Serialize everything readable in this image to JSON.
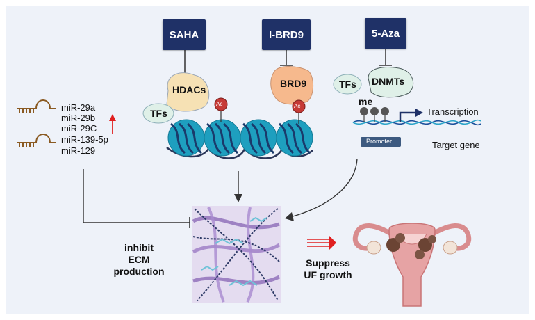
{
  "drugs": {
    "saha": "SAHA",
    "ibrd9": "I-BRD9",
    "aza": "5-Aza"
  },
  "proteins": {
    "hdacs": "HDACs",
    "brd9": "BRD9",
    "dnmts": "DNMTs",
    "tfs_left": "TFs",
    "tfs_right": "TFs",
    "ac": "Ac",
    "ac2": "Ac"
  },
  "mirnas": [
    "miR-29a",
    "miR-29b",
    "miR-29C",
    "miR-139-5p",
    "miR-129"
  ],
  "dna": {
    "me": "me",
    "transcription": "Transcription",
    "promoter": "Promoter",
    "target_gene": "Target gene"
  },
  "outcomes": {
    "inhibit_line1": "inhibit",
    "inhibit_line2": "ECM",
    "inhibit_line3": "production",
    "suppress_line1": "Suppress",
    "suppress_line2": "UF growth"
  },
  "colors": {
    "drug_box": "#1f3167",
    "nucleosome": "#1e9fbf",
    "acetyl": "#c63a36",
    "hdac": "#f6e1b4",
    "brd9": "#f6b98d",
    "tfs": "#dff0e8",
    "mirna": "#8a5a22",
    "up_arrow": "#e02020",
    "ecm_bg": "#e4dcf0",
    "uterus": "#e6a3a4"
  }
}
